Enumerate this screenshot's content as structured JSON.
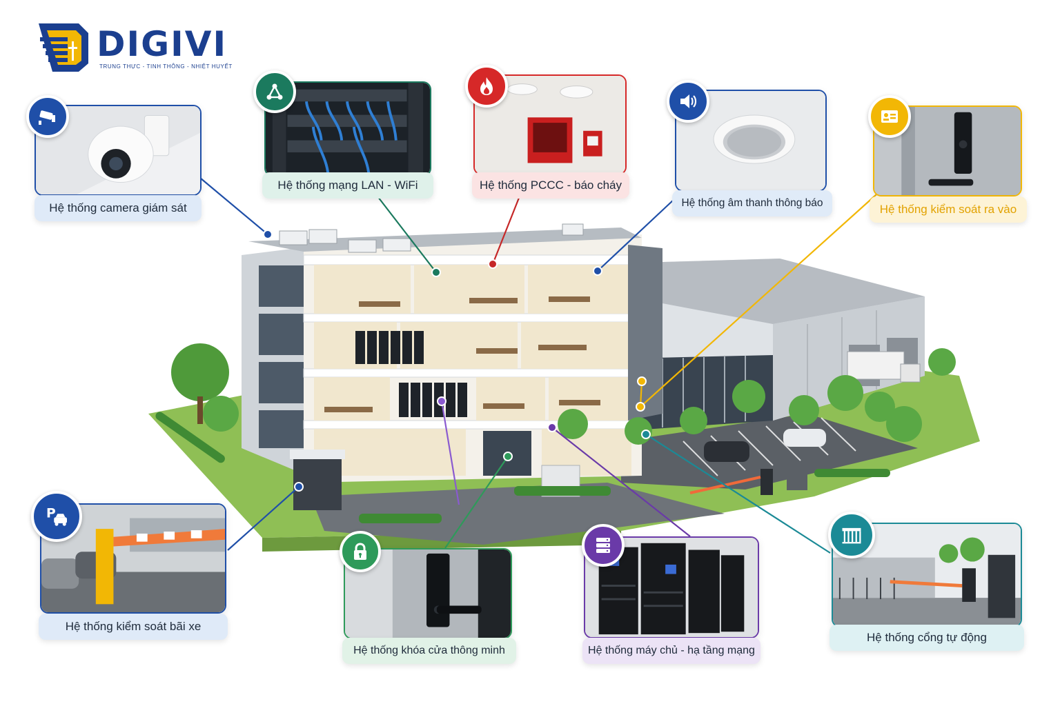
{
  "brand": {
    "name": "DIGIVI",
    "tagline": "TRUNG THỰC - TINH THÔNG - NHIỆT HUYẾT",
    "primary_color": "#1b3f8f",
    "accent_color": "#f2b705"
  },
  "systems": {
    "camera": {
      "label": "Hệ thống camera giám sát",
      "icon": "cctv-camera-icon",
      "color": "#1f4fa8",
      "label_bg": "#dfeaf8"
    },
    "lan": {
      "label": "Hệ thống mạng LAN - WiFi",
      "icon": "network-icon",
      "color": "#1b7a5e",
      "label_bg": "#dff1ea"
    },
    "fire": {
      "label": "Hệ thống PCCC - báo cháy",
      "icon": "fire-icon",
      "color": "#d62828",
      "label_bg": "#fbe3e3"
    },
    "speaker": {
      "label": "Hệ thống âm thanh thông báo",
      "icon": "speaker-icon",
      "color": "#1f4fa8",
      "label_bg": "#e0ebf8"
    },
    "access": {
      "label": "Hệ thống kiểm soát ra vào",
      "icon": "id-card-icon",
      "color": "#f2b705",
      "label_bg": "#fdf3d6"
    },
    "parking": {
      "label": "Hệ thống kiểm soát bãi xe",
      "icon": "parking-car-icon",
      "color": "#1f4fa8",
      "label_bg": "#dfeaf8"
    },
    "lock": {
      "label": "Hệ thống khóa cửa thông minh",
      "icon": "lock-icon",
      "color": "#2e9a5a",
      "label_bg": "#e1f2e7"
    },
    "server": {
      "label": "Hệ thống máy chủ - hạ tầng mạng",
      "icon": "server-icon",
      "color": "#6a3aa8",
      "label_bg": "#ece3f6"
    },
    "gate": {
      "label": "Hệ thống cổng tự động",
      "icon": "gate-icon",
      "color": "#1b8a96",
      "label_bg": "#def1f3"
    }
  }
}
